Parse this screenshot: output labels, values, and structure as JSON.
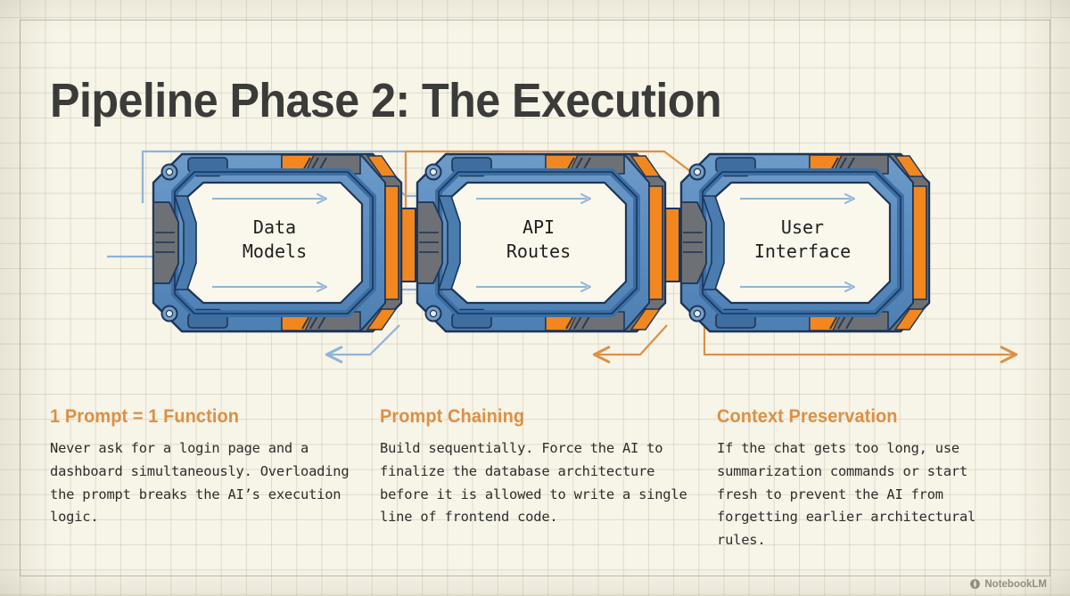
{
  "page": {
    "title": "Pipeline Phase 2: The Execution",
    "background_color": "#f7f4e8",
    "grid_color": "#b0aa92",
    "frame_color": "#968f76"
  },
  "diagram": {
    "type": "pipeline",
    "node_label_font": "monospace",
    "colors": {
      "module_blue": "#5b8dc0",
      "module_blue_dark": "#2f5a8c",
      "module_blue_mid": "#4a7cb0",
      "accent_orange": "#f2871f",
      "panel_gray": "#6d7176",
      "panel_gray_dark": "#4e5358",
      "outline": "#1d3557",
      "inner_fill": "#faf7ec",
      "flow_blue": "#8fb4d6",
      "flow_orange": "#dd9043"
    },
    "nodes": [
      {
        "id": "data-models",
        "label_line1": "Data",
        "label_line2": "Models"
      },
      {
        "id": "api-routes",
        "label_line1": "API",
        "label_line2": "Routes"
      },
      {
        "id": "user-interface",
        "label_line1": "User",
        "label_line2": "Interface"
      }
    ],
    "connectors": [
      {
        "id": "connector-1",
        "from": "data-models",
        "to": "api-routes"
      },
      {
        "id": "connector-2",
        "from": "api-routes",
        "to": "user-interface"
      }
    ],
    "flow_lines": [
      {
        "id": "input-arrow",
        "color": "blue",
        "direction": "right"
      },
      {
        "id": "feedback-arrow-left",
        "color": "blue",
        "direction": "left"
      },
      {
        "id": "feedback-arrow-orange-left",
        "color": "orange",
        "direction": "left"
      },
      {
        "id": "output-arrow-orange-right",
        "color": "orange",
        "direction": "right"
      }
    ]
  },
  "cards": [
    {
      "id": "one-prompt-one-function",
      "title": "1 Prompt = 1 Function",
      "body": "Never ask for a login page and a dashboard simultaneously. Overloading the prompt breaks the AI’s execution logic."
    },
    {
      "id": "prompt-chaining",
      "title": "Prompt Chaining",
      "body": "Build sequentially. Force the AI to finalize the database architecture before it is allowed to write a single line of frontend code."
    },
    {
      "id": "context-preservation",
      "title": "Context Preservation",
      "body": "If the chat gets too long, use summarization commands or start fresh to prevent the AI from forgetting earlier architectural rules."
    }
  ],
  "watermark": {
    "label": "NotebookLM",
    "icon": "notebooklm-logo-icon"
  }
}
